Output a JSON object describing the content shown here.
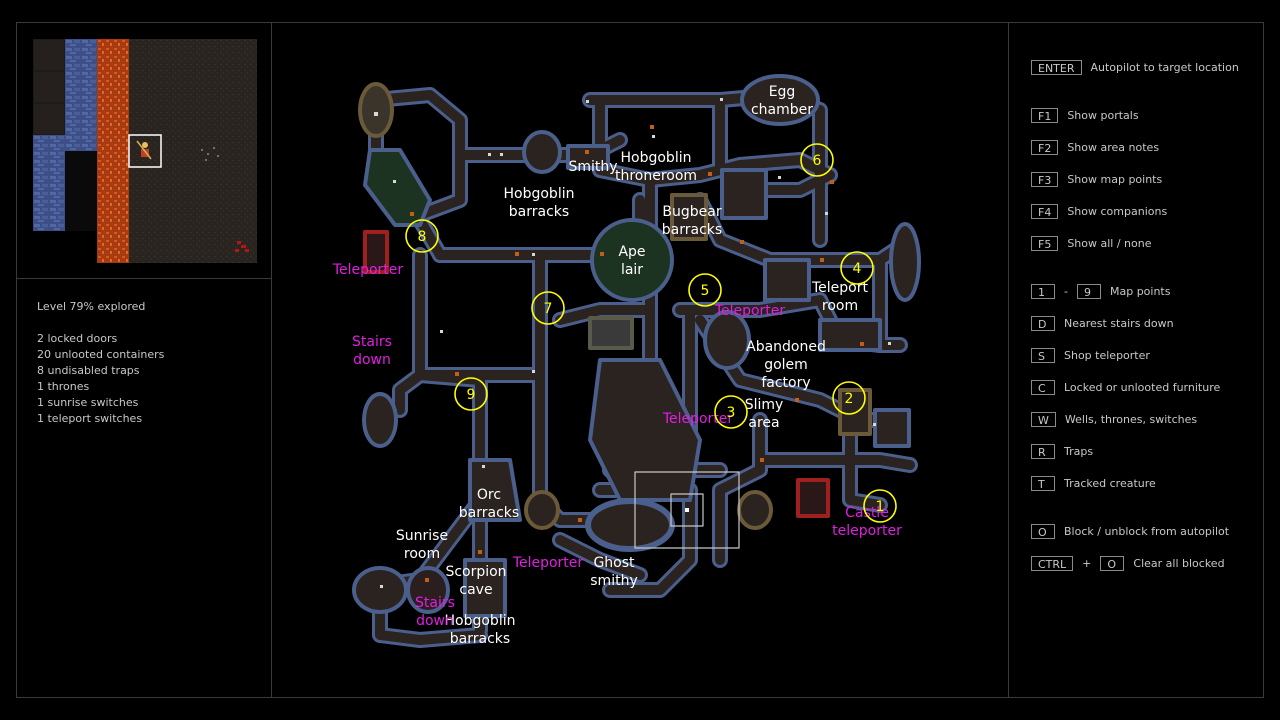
{
  "stats": {
    "explored": "Level 79% explored",
    "lines": [
      "2 locked doors",
      "20 unlooted containers",
      "8 undisabled traps",
      "1 thrones",
      "1 sunrise switches",
      "1 teleport switches"
    ]
  },
  "keybinds": [
    {
      "keys": [
        "ENTER"
      ],
      "desc": "Autopilot to target location"
    },
    {
      "keys": [
        "F1"
      ],
      "desc": "Show portals"
    },
    {
      "keys": [
        "F2"
      ],
      "desc": "Show area notes"
    },
    {
      "keys": [
        "F3"
      ],
      "desc": "Show map points"
    },
    {
      "keys": [
        "F4"
      ],
      "desc": "Show companions"
    },
    {
      "keys": [
        "F5"
      ],
      "desc": "Show all / none"
    },
    {
      "keys": [
        "1",
        "-",
        "9"
      ],
      "desc": "Map points"
    },
    {
      "keys": [
        "D"
      ],
      "desc": "Nearest stairs down"
    },
    {
      "keys": [
        "S"
      ],
      "desc": "Shop teleporter"
    },
    {
      "keys": [
        "C"
      ],
      "desc": "Locked or unlooted furniture"
    },
    {
      "keys": [
        "W"
      ],
      "desc": "Wells, thrones, switches"
    },
    {
      "keys": [
        "R"
      ],
      "desc": "Traps"
    },
    {
      "keys": [
        "T"
      ],
      "desc": "Tracked creature"
    },
    {
      "keys": [
        "O"
      ],
      "desc": "Block / unblock from autopilot"
    },
    {
      "keys": [
        "CTRL",
        "+",
        "O"
      ],
      "desc": "Clear all blocked"
    }
  ],
  "area_labels": [
    {
      "lines": [
        "Egg",
        "chamber"
      ]
    },
    {
      "lines": [
        "Smithy"
      ]
    },
    {
      "lines": [
        "Hobgoblin",
        "throneroom"
      ]
    },
    {
      "lines": [
        "Hobgoblin",
        "barracks"
      ]
    },
    {
      "lines": [
        "Bugbear",
        "barracks"
      ]
    },
    {
      "lines": [
        "Ape",
        "lair"
      ]
    },
    {
      "lines": [
        "Teleport",
        "room"
      ]
    },
    {
      "lines": [
        "Abandoned",
        "golem",
        "factory"
      ]
    },
    {
      "lines": [
        "Slimy",
        "area"
      ]
    },
    {
      "lines": [
        "Orc",
        "barracks"
      ]
    },
    {
      "lines": [
        "Sunrise",
        "room"
      ]
    },
    {
      "lines": [
        "Scorpion",
        "cave"
      ]
    },
    {
      "lines": [
        "Ghost",
        "smithy"
      ]
    },
    {
      "lines": [
        "Hobgoblin",
        "barracks"
      ]
    }
  ],
  "portal_labels": [
    {
      "lines": [
        "Teleporter"
      ]
    },
    {
      "lines": [
        "Stairs",
        "down"
      ]
    },
    {
      "lines": [
        "Teleporter"
      ]
    },
    {
      "lines": [
        "Teleporter"
      ]
    },
    {
      "lines": [
        "Teleporter"
      ]
    },
    {
      "lines": [
        "Castle",
        "teleporter"
      ]
    },
    {
      "lines": [
        "Stairs",
        "down"
      ]
    }
  ],
  "map_points": [
    "1",
    "2",
    "3",
    "4",
    "5",
    "6",
    "7",
    "8",
    "9"
  ],
  "colors": {
    "floor": "#2a2320",
    "wall": "#4a5f8c",
    "area_label": "#ffffff",
    "portal_label": "#e21ee2",
    "map_point": "#ffff00",
    "panel_border": "#3a3a3a"
  }
}
